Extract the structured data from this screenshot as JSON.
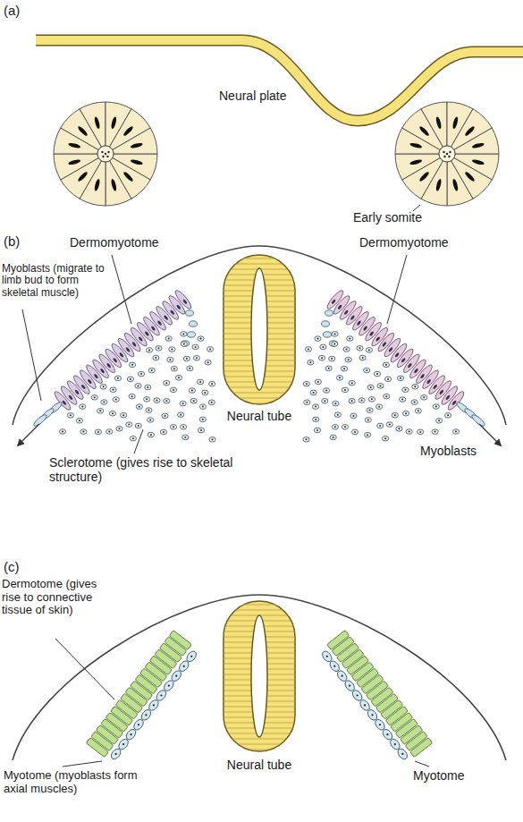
{
  "diagram": {
    "labels": [
      "(a)",
      "Neural plate",
      "Early somite",
      "(b)",
      "Dermomyotome",
      "Dermomyotome",
      "Myoblasts (migrate to limb bud to form skeletal muscle)",
      "Myoblasts",
      "Neural tube",
      "Sclerotome (gives rise to skeletal structure)",
      "(c)",
      "Dermotome (gives rise to connective tissue of skin)",
      "Neural tube",
      "Myotome (myoblasts form axial muscles)",
      "Myotome"
    ]
  }
}
